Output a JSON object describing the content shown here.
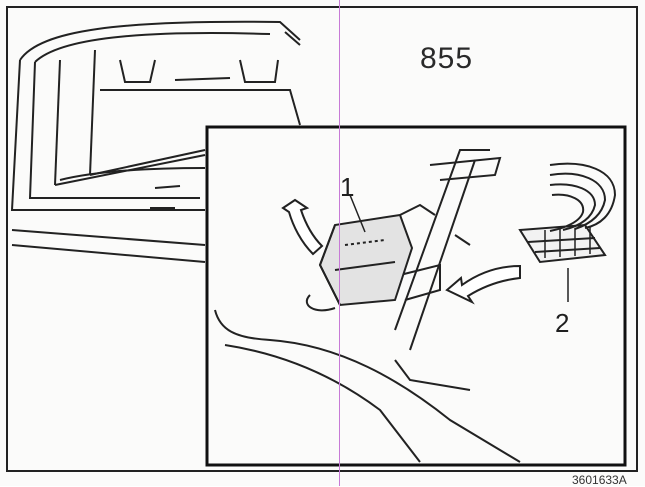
{
  "figure": {
    "number": "855",
    "callouts": {
      "part_1": "1",
      "part_2": "2"
    },
    "reference_code": "3601633A"
  },
  "icons": {
    "arrow_left": "curved-arrow-up-left-icon",
    "arrow_right": "curved-arrow-left-icon"
  },
  "colors": {
    "line": "#222222",
    "guide": "#c77ad6"
  }
}
